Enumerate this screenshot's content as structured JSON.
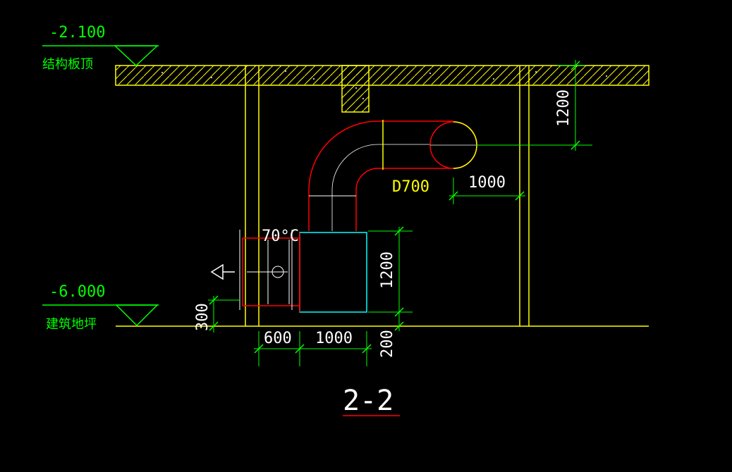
{
  "colors": {
    "background": "#000000",
    "dimension": "#00ff00",
    "structure": "#ffff00",
    "duct": "#ff0000",
    "equipment": "#00ffff",
    "text": "#ffffff"
  },
  "levels": {
    "top_value": "-2.100",
    "top_label": "结构板顶",
    "bottom_value": "-6.000",
    "bottom_label": "建筑地坪"
  },
  "duct": {
    "size_label": "D700",
    "damper_label": "70°C"
  },
  "dimensions": {
    "pipe_center_below_slab": "1200",
    "pipe_to_wall": "1000",
    "unit_height": "1200",
    "outlet_height": "300",
    "plinth_height": "200",
    "outlet_width": "600",
    "unit_width": "1000"
  },
  "section_title": "2-2",
  "icons": {
    "airflow_arrow": "airflow-arrow-icon",
    "level_marker": "level-triangle-icon"
  }
}
